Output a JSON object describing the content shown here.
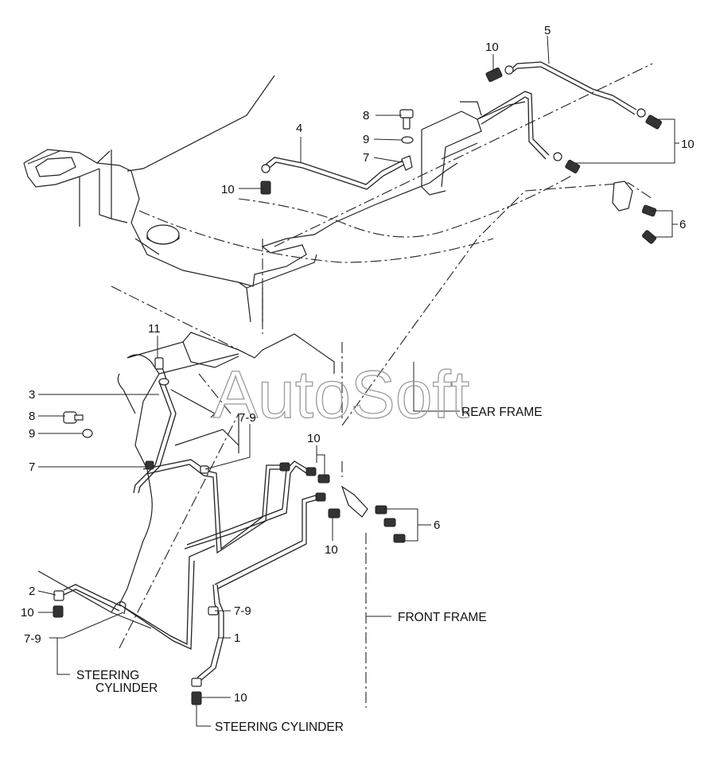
{
  "watermark": "AutoSoft",
  "callouts": {
    "c5": "5",
    "c10_top": "10",
    "c10_right": "10",
    "c6_right": "6",
    "c4": "4",
    "c8_top": "8",
    "c9_top": "9",
    "c7_top": "7",
    "c10_mid": "10",
    "c11": "11",
    "c3": "3",
    "c8_left": "8",
    "c9_left": "9",
    "c7_left": "7",
    "c7_9_upper": "7-9",
    "c10_center_top": "10",
    "c10_center_bottom": "10",
    "c6_center": "6",
    "c2": "2",
    "c10_left": "10",
    "c7_9_left": "7-9",
    "c7_9_lower": "7-9",
    "c1": "1",
    "c10_bottom": "10"
  },
  "labels": {
    "rear_frame": "REAR FRAME",
    "front_frame": "FRONT FRAME",
    "steering_cylinder_left_1": "STEERING",
    "steering_cylinder_left_2": "CYLINDER",
    "steering_cylinder_bottom": "STEERING CYLINDER"
  }
}
